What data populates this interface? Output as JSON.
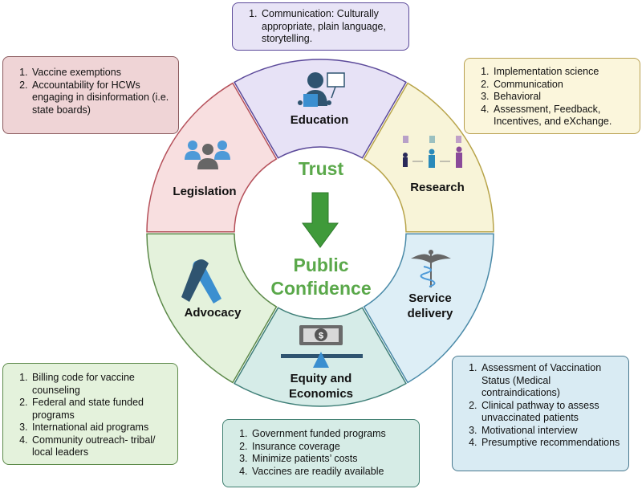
{
  "center": {
    "top": "Trust",
    "bottom_line1": "Public",
    "bottom_line2": "Confidence",
    "color": "#5aa84a"
  },
  "segments": [
    {
      "id": "education",
      "label": "Education",
      "fill": "#e7e2f6",
      "stroke": "#5c4a9a",
      "icon": "teacher-icon",
      "items": [
        "Communication: Culturally appropriate, plain language, storytelling."
      ]
    },
    {
      "id": "legislation",
      "label": "Legislation",
      "fill": "#f8dfe0",
      "stroke": "#b5505a",
      "icon": "people-group-icon",
      "items": [
        "Vaccine exemptions",
        "Accountability for HCWs engaging in disinformation (i.e. state boards)"
      ]
    },
    {
      "id": "research",
      "label": "Research",
      "fill": "#f8f4d8",
      "stroke": "#b8a44a",
      "icon": "research-progression-icon",
      "items": [
        "Implementation science",
        "Communication",
        "Behavioral",
        "Assessment, Feedback, Incentives, and eXchange."
      ]
    },
    {
      "id": "advocacy",
      "label": "Advocacy",
      "fill": "#e4f2dc",
      "stroke": "#5d8a4a",
      "icon": "awareness-ribbon-icon",
      "items": [
        "Billing code for vaccine counseling",
        "Federal and state funded programs",
        "International aid programs",
        "Community outreach- tribal/ local leaders"
      ]
    },
    {
      "id": "equity",
      "label_line1": "Equity and",
      "label_line2": "Economics",
      "fill": "#d6ece8",
      "stroke": "#3f7f78",
      "icon": "money-scale-icon",
      "items": [
        "Government funded programs",
        "Insurance coverage",
        "Minimize patients’ costs",
        "Vaccines are readily available"
      ]
    },
    {
      "id": "service",
      "label_line1": "Service",
      "label_line2": "delivery",
      "fill": "#ddeef6",
      "stroke": "#4a8aa8",
      "icon": "caduceus-icon",
      "items": [
        "Assessment of Vaccination Status (Medical contraindications)",
        "Clinical pathway to assess unvaccinated patients",
        "Motivational interview",
        "Presumptive recommendations"
      ]
    }
  ],
  "boxes": {
    "education": {
      "fill": "#e8e4f6",
      "border": "#5c4a9a"
    },
    "legislation": {
      "fill": "#efd4d6",
      "border": "#8a5a5e"
    },
    "research": {
      "fill": "#fbf6dc",
      "border": "#b8a050"
    },
    "advocacy": {
      "fill": "#e4f2dc",
      "border": "#5d8a4a"
    },
    "equity": {
      "fill": "#d6ece6",
      "border": "#3f7f70"
    },
    "service": {
      "fill": "#d9ebf3",
      "border": "#4a7a90"
    }
  }
}
